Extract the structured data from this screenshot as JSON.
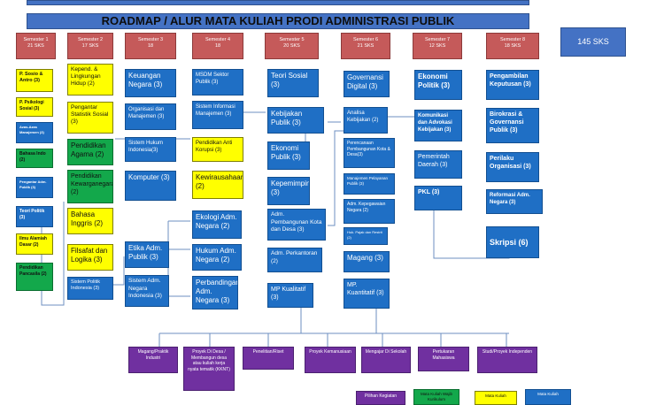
{
  "title": "ROADMAP / ALUR MATA KULIAH PRODI ADMINISTRASI PUBLIK",
  "total": "145 SKS",
  "semesters": [
    {
      "name": "Semester 1",
      "sks": "21 SKS"
    },
    {
      "name": "Semester 2",
      "sks": "17 SKS"
    },
    {
      "name": "Semester 3",
      "sks": "18"
    },
    {
      "name": "Semester 4",
      "sks": "18"
    },
    {
      "name": "Semester 5",
      "sks": "20 SKS"
    },
    {
      "name": "Semester 6",
      "sks": "21 SKS"
    },
    {
      "name": "Semester 7",
      "sks": "12 SKS"
    },
    {
      "name": "Semester 8",
      "sks": "18 SKS"
    }
  ],
  "courses": {
    "s1": [
      "P. Sosio & Antro (3)",
      "P. Psikologi Sosial (3)",
      "Azas-Azas Manajemen (3)",
      "Bahasa Indo (2)",
      "Pengantar Adm. Publik (3)",
      "Teori Politik (3)",
      "Ilmu Alamiah Dasar (2)",
      "Pendidikan Pancasila (2)"
    ],
    "s2": [
      "Kepend. & Lingkungan Hidup (2)",
      "Pengantar Statistik Sosial (3)",
      "Pendidikan Agama (2)",
      "Pendidikan Kewarganegaraan (2)",
      "Bahasa Inggris (2)",
      "Filsafat dan Logika (3)",
      "Sistem Politik Indonesia (3)"
    ],
    "s3": [
      "Keuangan Negara (3)",
      "Organisasi dan Manajemen (3)",
      "Sistem Hukum Indonesia(3)",
      "Komputer (3)",
      "Etika Adm. Publik (3)",
      "Sistem Adm. Negara Indonesia (3)"
    ],
    "s4": [
      "MSDM Sektor Publik (3)",
      "Sistem Informasi Manajemen (3)",
      "Pendidikan Anti Korupsi (3)",
      "Kewirausahaan (2)",
      "Ekologi Adm. Negara (2)",
      "Hukum Adm. Negara (2)",
      "Perbandingan Adm. Negara (3)"
    ],
    "s5": [
      "Teori Sosial (3)",
      "Kebijakan Publik (3)",
      "Ekonomi Publik (3)",
      "Kepemimpinan (3)",
      "Adm. Pembangunan Kota dan Desa (3)",
      "Adm. Perkantoran (2)",
      "MP Kualitatif (3)"
    ],
    "s6": [
      "Governansi Digital (3)",
      "Analisa Kebijakan (2)",
      "Perencanaan Pembangunan Kota & Desa(3)",
      "Manajemen Pelayanan Publik (3)",
      "Adm. Kepegawaian Negara (2)",
      "Huk. Pajak dan Restrit (2)",
      "Magang (3)",
      "MP. Kuantitatif (3)"
    ],
    "s7": [
      "Ekonomi Politik (3)",
      "Komunikasi dan Advokasi Kebijakan (3)",
      "Pemerintah Daerah (3)",
      "PKL (3)"
    ],
    "s8": [
      "Pengambilan Keputusan (3)",
      "Birokrasi & Governansi Publik (3)",
      "Perilaku Organisasi (3)",
      "Reformasi Adm. Negara (3)",
      "Skripsi (6)"
    ]
  },
  "mbkm": [
    "Magang/Praktik Industri",
    "Proyek Di Desa / Membangun desa atau kuliah kerja nyata tematik (KKNT)",
    "Penelitian/Riset",
    "Proyek Kemanusiaan",
    "Mengajar Di Sekolah",
    "Pertukaran Mahasiswa",
    "Studi/Proyek Independen"
  ],
  "legend": [
    "Pilihan Kegiatan",
    "Mata Kuliah Wajib Kurikulum",
    "Mata Kuliah",
    "Mata Kuliah"
  ],
  "colors": {
    "blue": "#1f6fc5",
    "yellow": "#ffff00",
    "green": "#13a84b",
    "purple": "#7030a0",
    "semester": "#c55a5a"
  }
}
